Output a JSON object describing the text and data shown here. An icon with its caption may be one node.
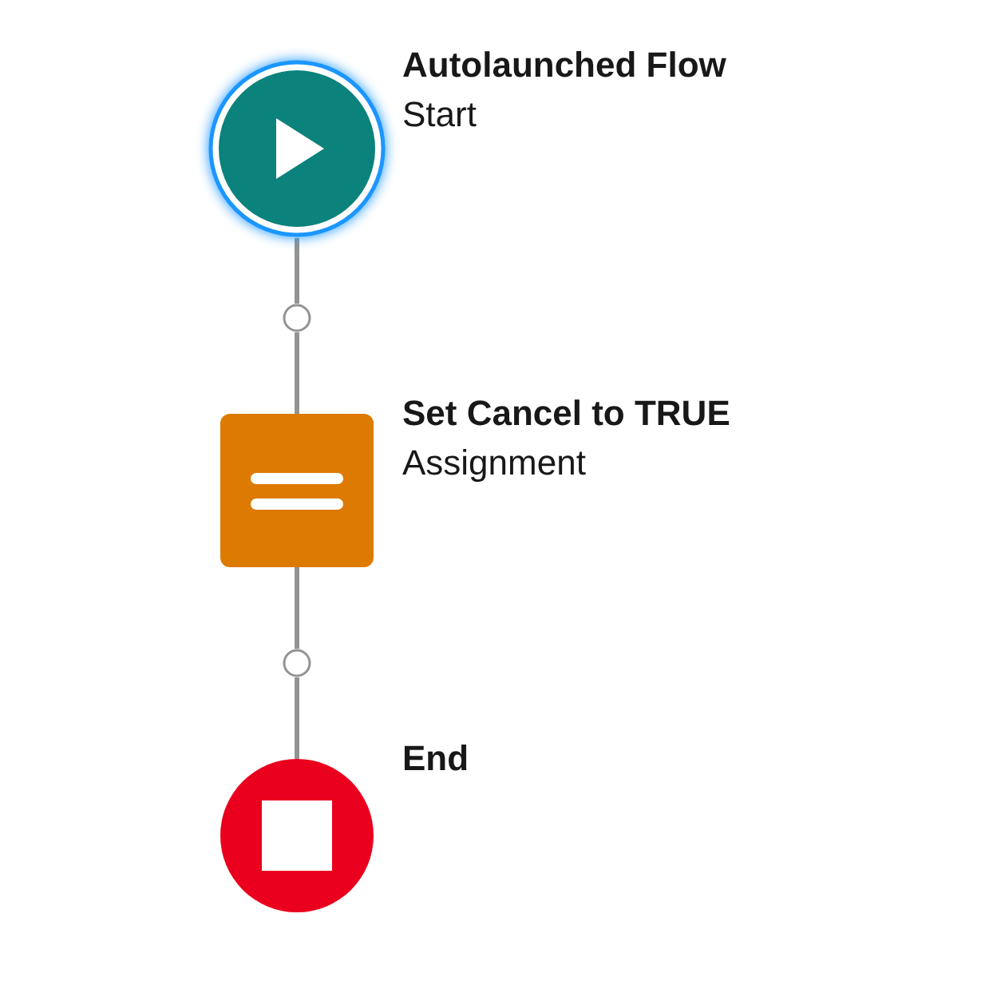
{
  "diagram": {
    "nodes": [
      {
        "text": [
          "Autolaunched Flow",
          "Start"
        ]
      },
      {
        "text": [],
        "shape": "circle"
      },
      {
        "text": [
          "Set Cancel to TRUE",
          "Assignment"
        ]
      },
      {
        "text": [],
        "shape": "circle"
      },
      {
        "text": [
          "End"
        ]
      }
    ],
    "edges": [
      {
        "from": 0,
        "to": 1,
        "arrow": "none"
      },
      {
        "from": 1,
        "to": 2,
        "arrow": "none"
      },
      {
        "from": 2,
        "to": 3,
        "arrow": "none"
      },
      {
        "from": 3,
        "to": 4,
        "arrow": "none"
      }
    ]
  }
}
